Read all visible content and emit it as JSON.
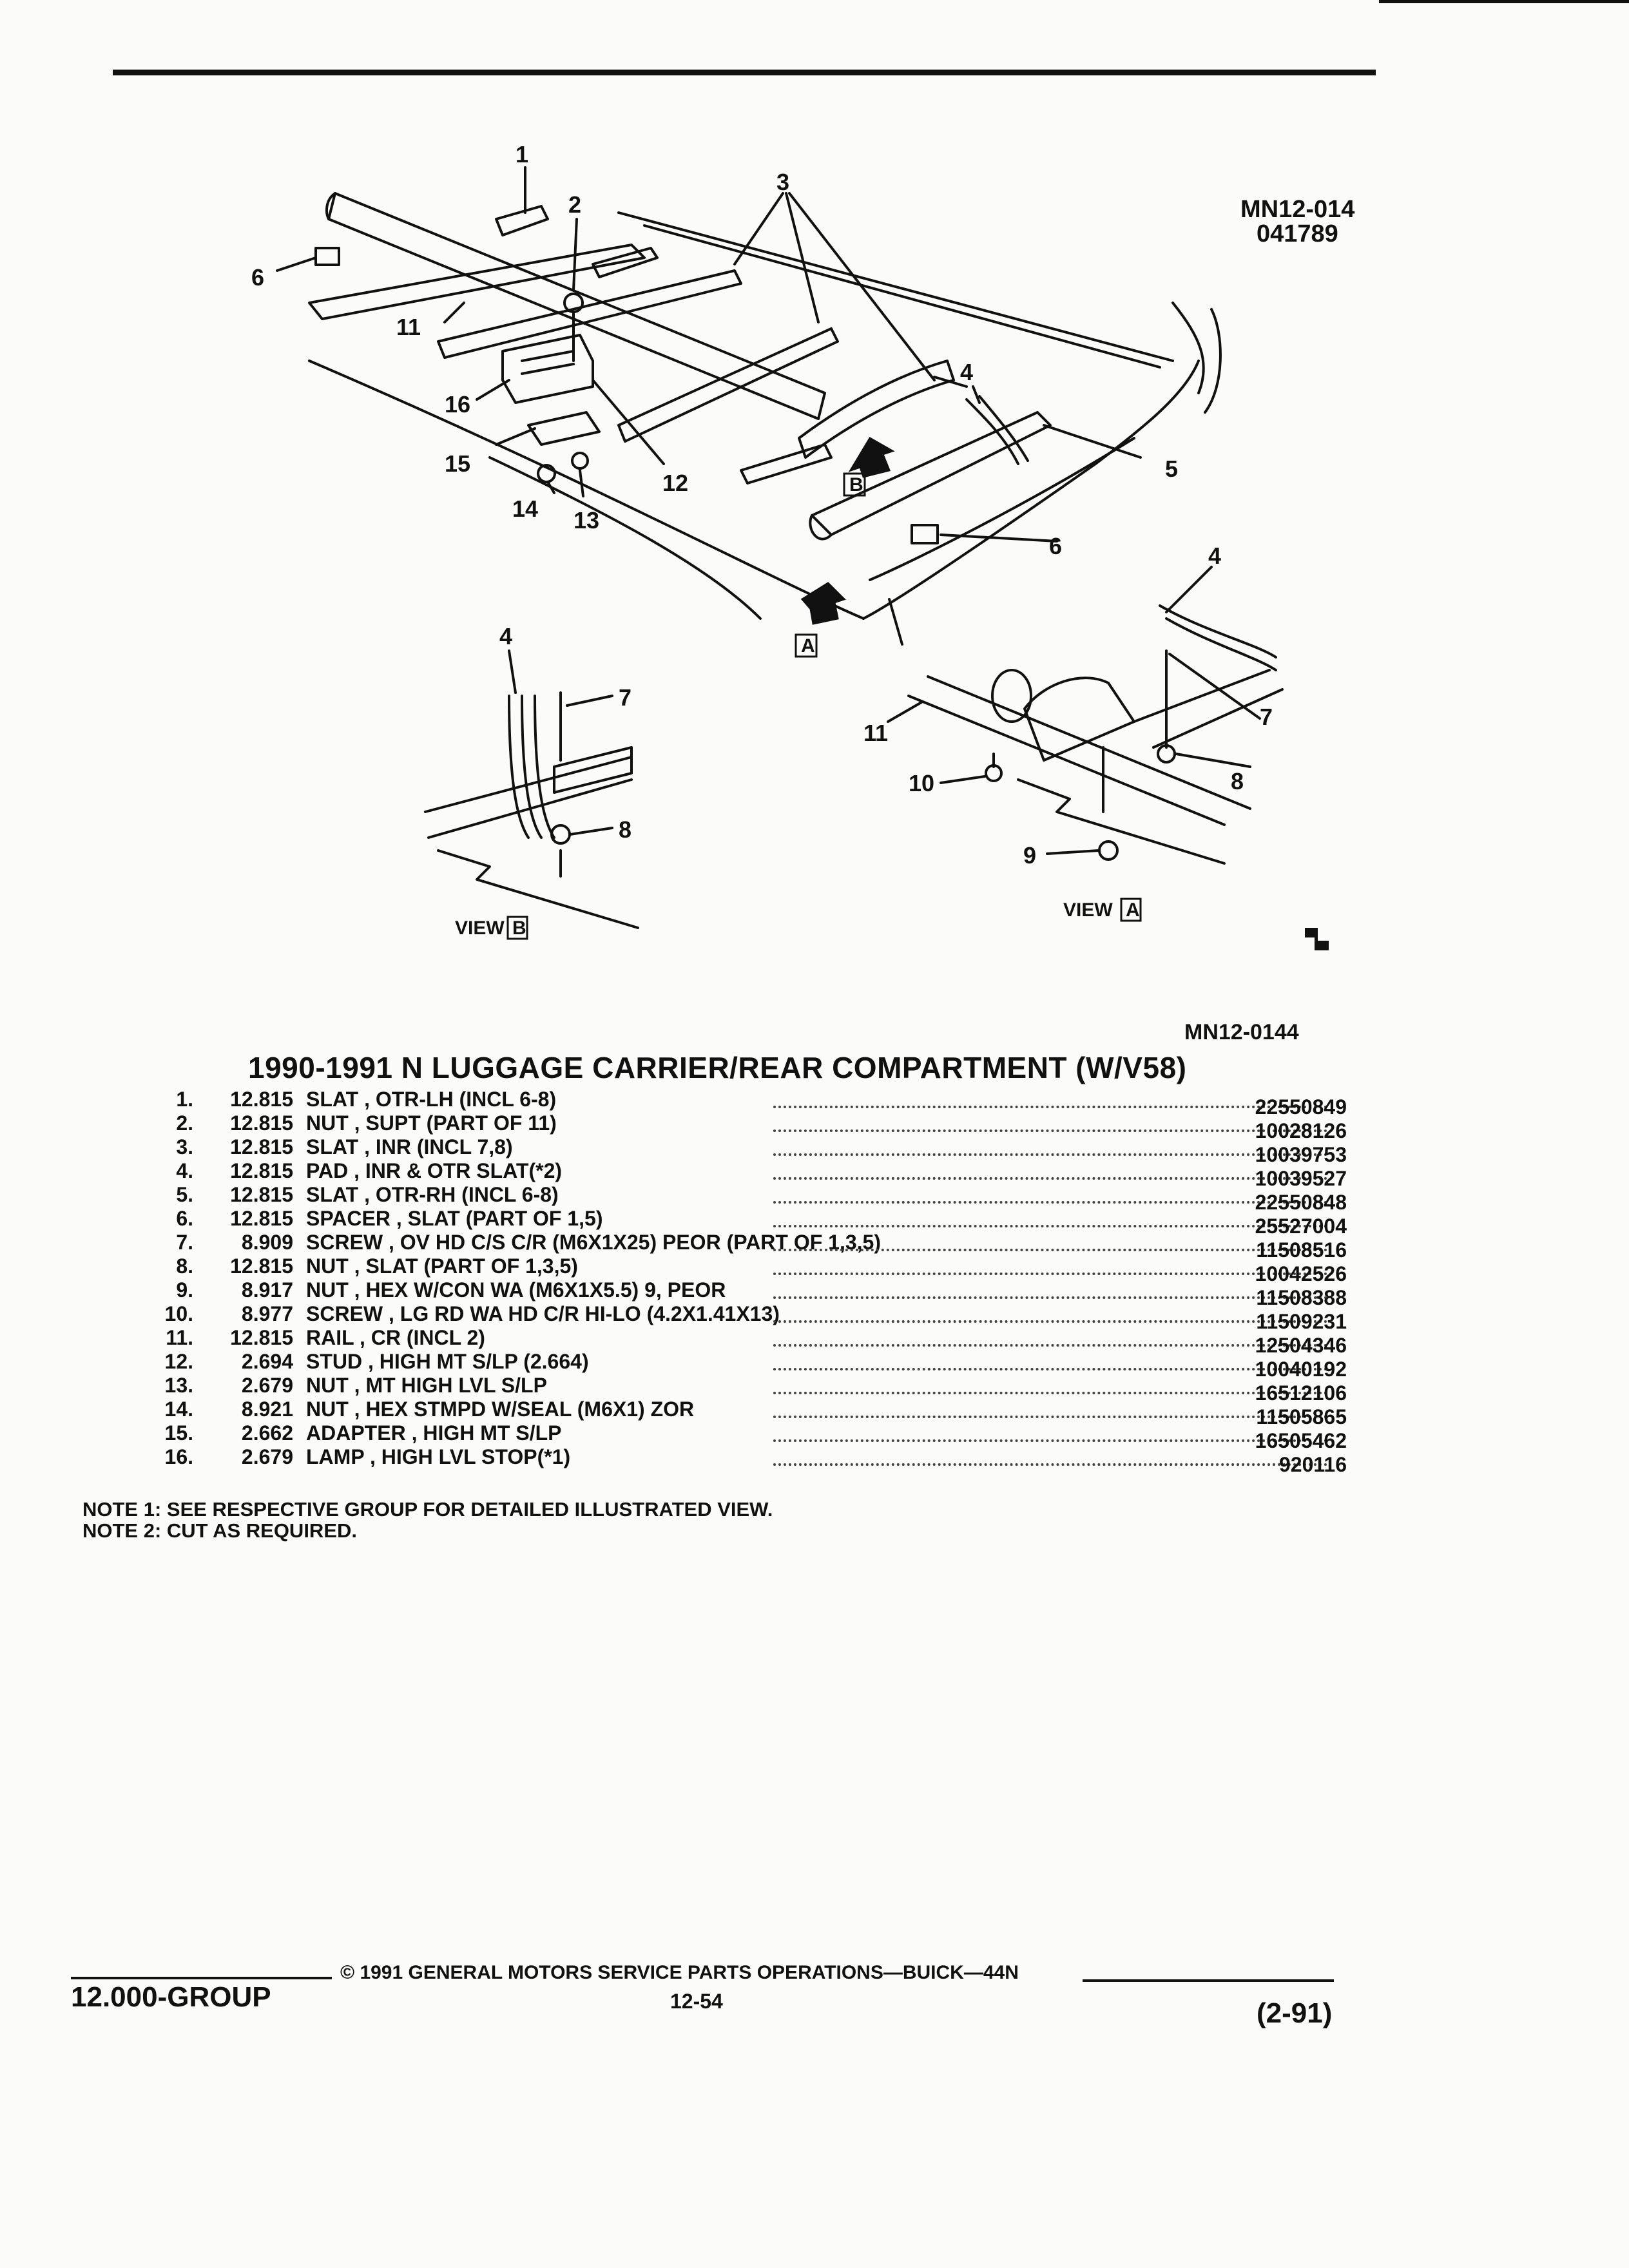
{
  "header": {
    "figure_ref": "MN12-014",
    "figure_date": "041789",
    "figure_ref_lower": "MN12-0144"
  },
  "views": {
    "view_b_label": "VIEW",
    "view_b_letter": "B",
    "view_a_label": "VIEW",
    "view_a_letter": "A",
    "arrow_b_letter": "B",
    "arrow_a_letter": "A"
  },
  "callouts": [
    "1",
    "2",
    "3",
    "4",
    "5",
    "6",
    "7",
    "8",
    "9",
    "10",
    "11",
    "12",
    "13",
    "14",
    "15",
    "16"
  ],
  "title": "1990-1991 N LUGGAGE CARRIER/REAR COMPARTMENT (W/V58)",
  "parts": [
    {
      "no": "1.",
      "group": "12.815",
      "desc": "SLAT , OTR-LH (INCL 6-8)",
      "pn": "22550849"
    },
    {
      "no": "2.",
      "group": "12.815",
      "desc": "NUT , SUPT (PART OF 11)",
      "pn": "10028126"
    },
    {
      "no": "3.",
      "group": "12.815",
      "desc": "SLAT , INR (INCL 7,8)",
      "pn": "10039753"
    },
    {
      "no": "4.",
      "group": "12.815",
      "desc": "PAD , INR & OTR SLAT(*2)",
      "pn": "10039527"
    },
    {
      "no": "5.",
      "group": "12.815",
      "desc": "SLAT , OTR-RH (INCL 6-8)",
      "pn": "22550848"
    },
    {
      "no": "6.",
      "group": "12.815",
      "desc": "SPACER , SLAT (PART OF 1,5)",
      "pn": "25527004"
    },
    {
      "no": "7.",
      "group": "8.909",
      "desc": "SCREW , OV HD C/S C/R (M6X1X25) PEOR (PART OF 1,3,5)",
      "pn": "11508516"
    },
    {
      "no": "8.",
      "group": "12.815",
      "desc": "NUT , SLAT (PART OF 1,3,5)",
      "pn": "10042526"
    },
    {
      "no": "9.",
      "group": "8.917",
      "desc": "NUT , HEX W/CON WA (M6X1X5.5) 9, PEOR",
      "pn": "11508388"
    },
    {
      "no": "10.",
      "group": "8.977",
      "desc": "SCREW , LG RD WA HD C/R HI-LO (4.2X1.41X13)",
      "pn": "11509231"
    },
    {
      "no": "11.",
      "group": "12.815",
      "desc": "RAIL , CR (INCL 2)",
      "pn": "12504346"
    },
    {
      "no": "12.",
      "group": "2.694",
      "desc": "STUD , HIGH MT S/LP (2.664)",
      "pn": "10040192"
    },
    {
      "no": "13.",
      "group": "2.679",
      "desc": "NUT , MT HIGH LVL S/LP",
      "pn": "16512106"
    },
    {
      "no": "14.",
      "group": "8.921",
      "desc": "NUT , HEX STMPD W/SEAL (M6X1) ZOR",
      "pn": "11505865"
    },
    {
      "no": "15.",
      "group": "2.662",
      "desc": "ADAPTER , HIGH MT S/LP",
      "pn": "16505462"
    },
    {
      "no": "16.",
      "group": "2.679",
      "desc": "LAMP , HIGH LVL STOP(*1)",
      "pn": "920116"
    }
  ],
  "notes": [
    "NOTE  1:  SEE RESPECTIVE GROUP FOR DETAILED ILLUSTRATED VIEW.",
    "NOTE  2:  CUT AS REQUIRED."
  ],
  "footer": {
    "group": "12.000-GROUP",
    "copyright": "© 1991  GENERAL MOTORS SERVICE PARTS OPERATIONS—BUICK—44N",
    "page": "12-54",
    "date": "(2-91)"
  }
}
